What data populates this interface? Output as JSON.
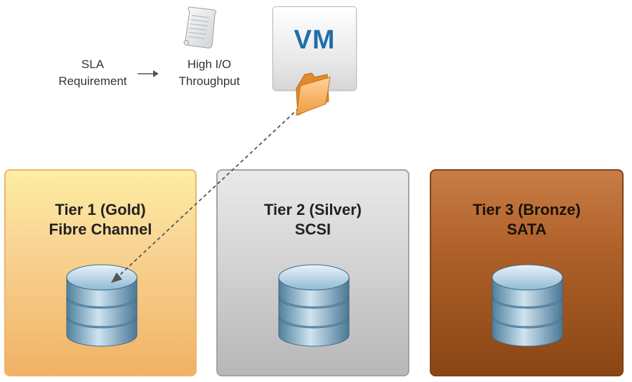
{
  "sla": {
    "line1": "SLA",
    "line2": "Requirement"
  },
  "throughput": {
    "line1": "High I/O",
    "line2": "Throughput"
  },
  "vm": {
    "label": "VM"
  },
  "tiers": [
    {
      "line1": "Tier 1 (Gold)",
      "line2": "Fibre Channel"
    },
    {
      "line1": "Tier 2 (Silver)",
      "line2": "SCSI"
    },
    {
      "line1": "Tier 3 (Bronze)",
      "line2": "SATA"
    }
  ],
  "icons": [
    "document-icon",
    "arrow-right-icon",
    "folder-icon",
    "database-icon"
  ],
  "colors": {
    "gold": "#f5c77e",
    "silver": "#cfcfcf",
    "bronze": "#a85b24",
    "vm_text": "#1f6fa8",
    "db": "#7fb3d3"
  }
}
